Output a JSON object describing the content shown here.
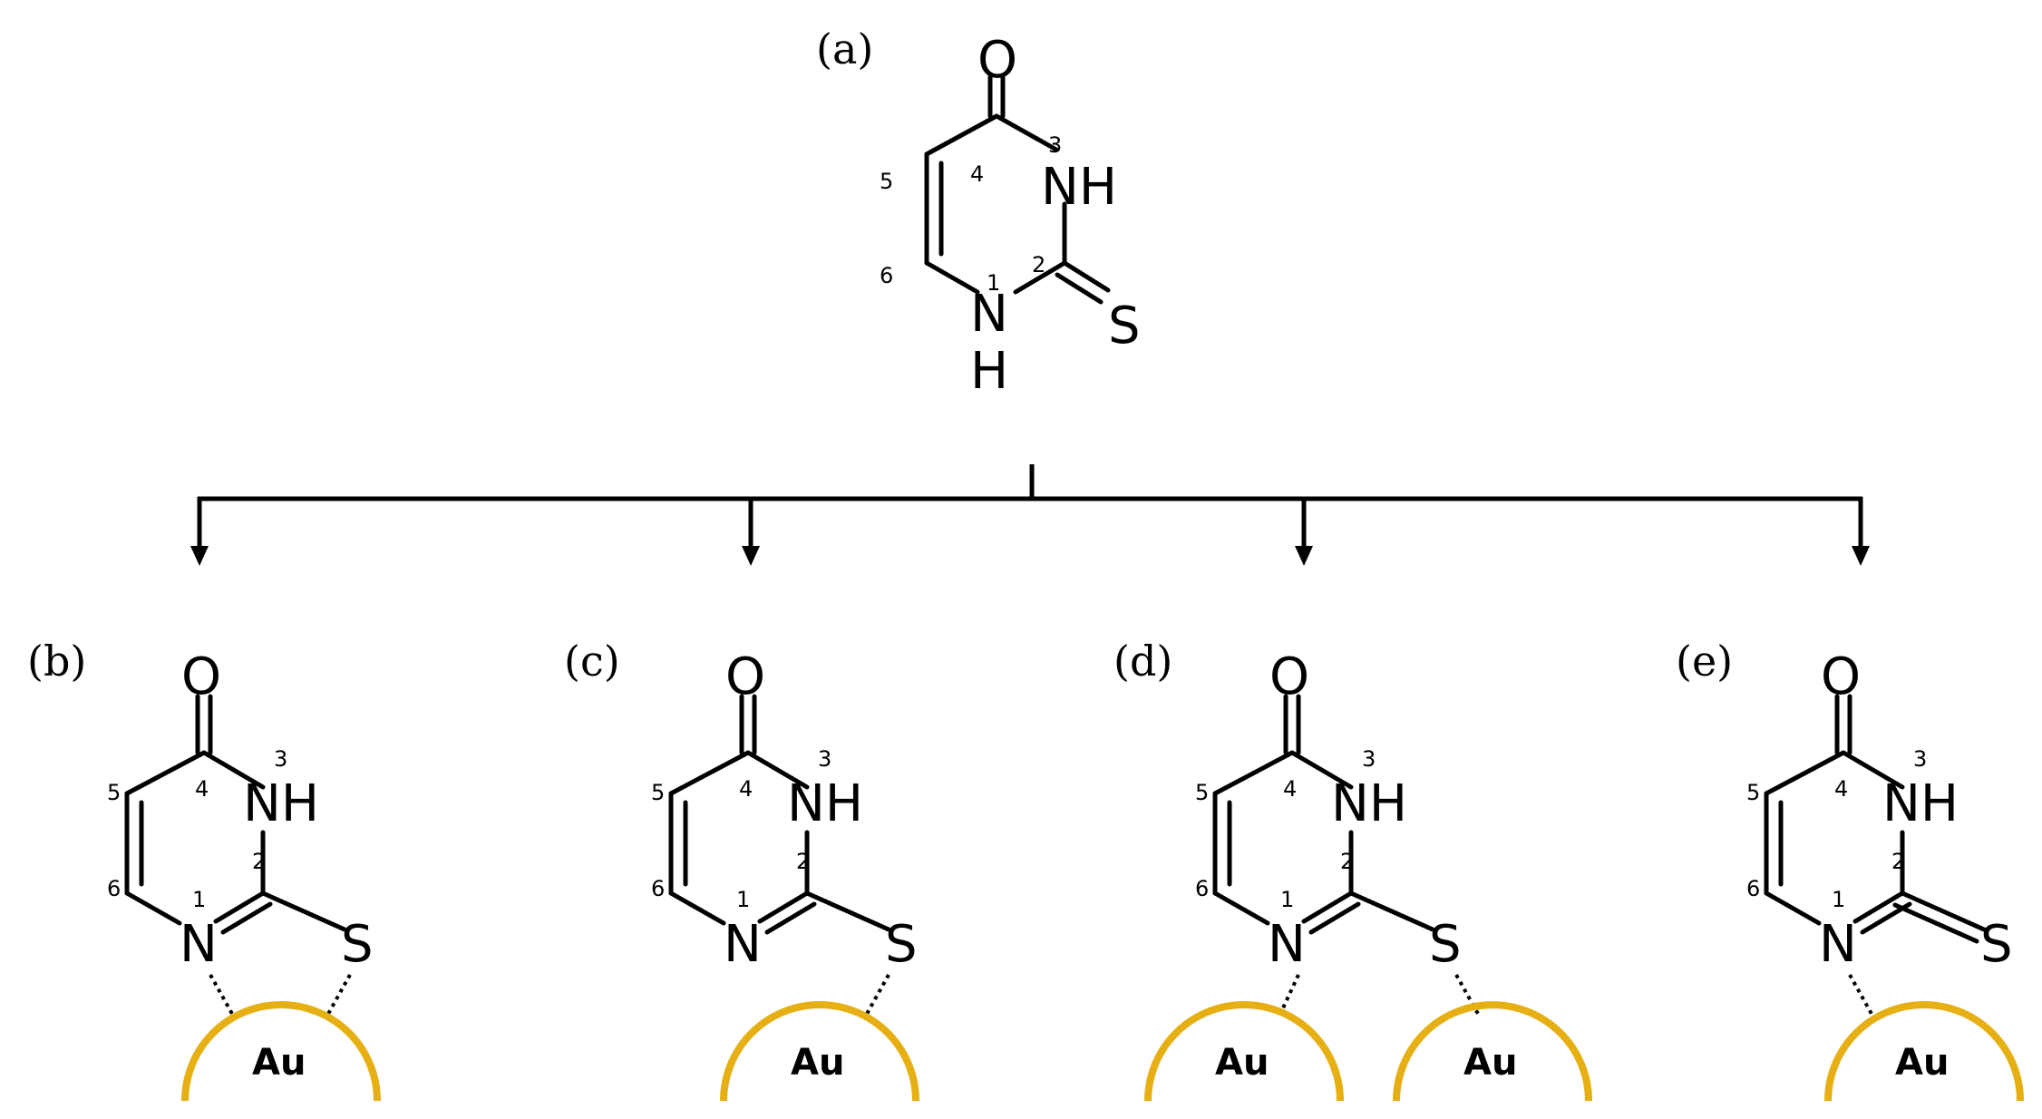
{
  "panels": [
    {
      "id": "a",
      "label": "(a)",
      "tautomer": "thione",
      "au_contacts": []
    },
    {
      "id": "b",
      "label": "(b)",
      "tautomer": "thiolate",
      "au_contacts": [
        "N1-S bridged"
      ]
    },
    {
      "id": "c",
      "label": "(c)",
      "tautomer": "thiolate",
      "au_contacts": [
        "S"
      ]
    },
    {
      "id": "d",
      "label": "(d)",
      "tautomer": "thiolate",
      "au_contacts": [
        "N1",
        "S"
      ]
    },
    {
      "id": "e",
      "label": "(e)",
      "tautomer": "thione",
      "au_contacts": [
        "N1"
      ]
    }
  ],
  "atoms": {
    "O": "O",
    "NH3": "NH",
    "N1": "N",
    "H1": "H",
    "S": "S"
  },
  "ring_numbers": [
    "1",
    "2",
    "3",
    "4",
    "5",
    "6"
  ],
  "gold_label": "Au",
  "colors": {
    "gold": "#E6AF14",
    "bond": "#000000"
  }
}
